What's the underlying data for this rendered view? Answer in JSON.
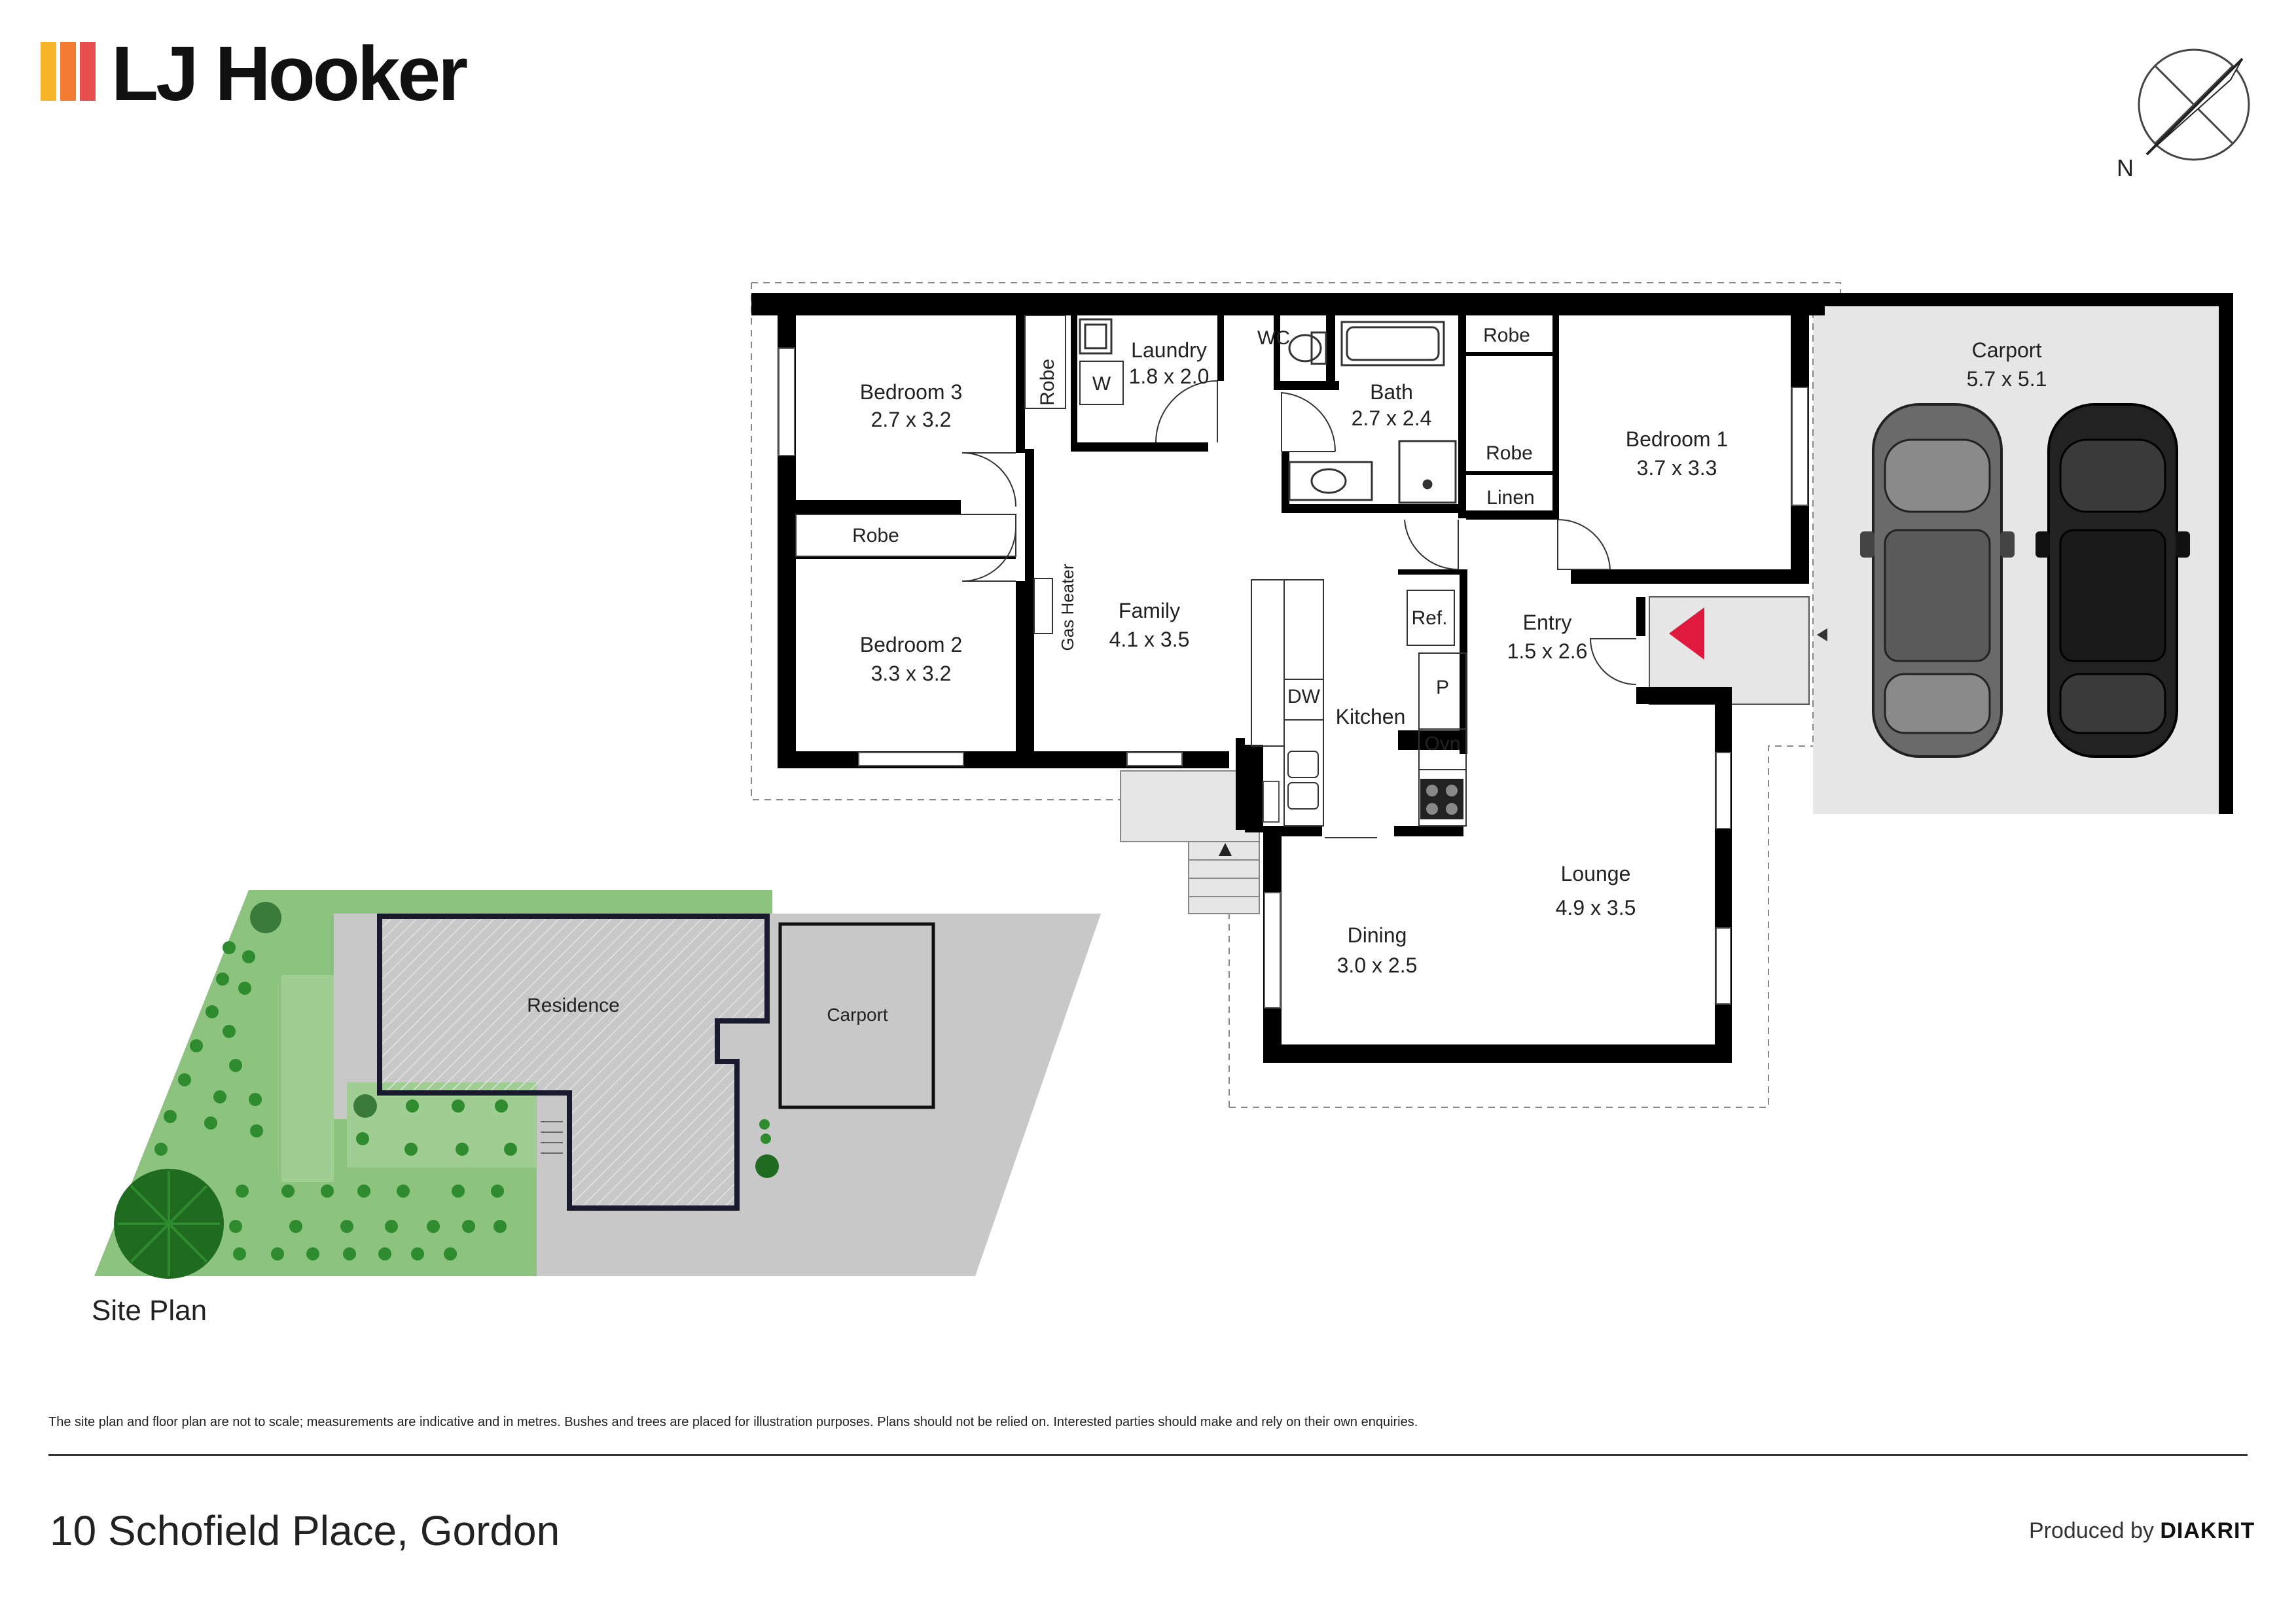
{
  "brand": {
    "name": "LJ Hooker",
    "bar_colors": [
      "#F8B52A",
      "#F47B32",
      "#E94E4E"
    ]
  },
  "compass": {
    "label": "N"
  },
  "rooms": {
    "bedroom3": {
      "name": "Bedroom 3",
      "size": "2.7 x 3.2"
    },
    "bedroom2": {
      "name": "Bedroom 2",
      "size": "3.3 x 3.2"
    },
    "bedroom1": {
      "name": "Bedroom 1",
      "size": "3.7 x 3.3"
    },
    "laundry": {
      "name": "Laundry",
      "size": "1.8 x 2.0"
    },
    "bath": {
      "name": "Bath",
      "size": "2.7 x 2.4"
    },
    "family": {
      "name": "Family",
      "size": "4.1 x 3.5"
    },
    "entry": {
      "name": "Entry",
      "size": "1.5 x 2.6"
    },
    "lounge": {
      "name": "Lounge",
      "size": "4.9 x 3.5"
    },
    "dining": {
      "name": "Dining",
      "size": "3.0 x 2.5"
    },
    "carport": {
      "name": "Carport",
      "size": "5.7 x 5.1"
    },
    "kitchen": {
      "name": "Kitchen"
    }
  },
  "fixtures": {
    "robe": "Robe",
    "linen": "Linen",
    "wc": "WC",
    "washer": "W",
    "gas_heater": "Gas Heater",
    "fridge": "Ref.",
    "dishwasher": "DW",
    "pantry": "P",
    "oven": "Ovn"
  },
  "site_plan": {
    "title": "Site Plan",
    "residence": "Residence",
    "carport": "Carport"
  },
  "colors": {
    "wall": "#000000",
    "carport_fill": "#E6E6E6",
    "lawn": "#8CC47F",
    "paving": "#C8C8C8",
    "entry_arrow": "#E0193F"
  },
  "footer": {
    "disclaimer": "The site plan and floor plan are not to scale; measurements are indicative and in metres. Bushes and trees are placed for illustration purposes. Plans should not be relied on. Interested parties should make and rely on their own enquiries.",
    "address": "10 Schofield Place, Gordon",
    "produced_by_prefix": "Produced by",
    "produced_by_brand": "DIAKRIT"
  }
}
